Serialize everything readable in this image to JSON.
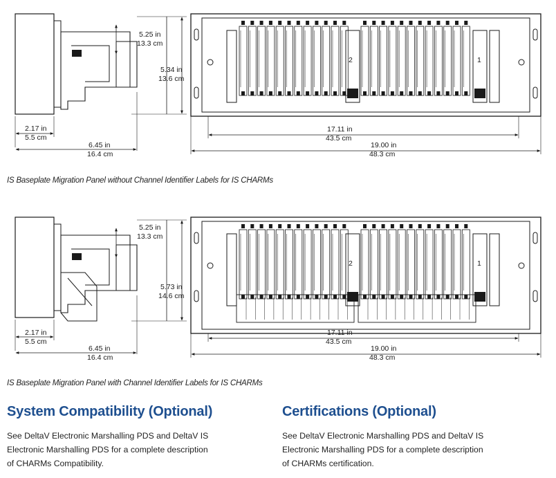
{
  "figure1": {
    "caption": "IS Baseplate Migration Panel without Channel Identifier Labels for IS CHARMs",
    "dims": {
      "top_depth_in": "5.25 in",
      "top_depth_cm": "13.3 cm",
      "height_in": "5.34 in",
      "height_cm": "13.6 cm",
      "mount_in": "2.17 in",
      "mount_cm": "5.5 cm",
      "depth_in": "6.45 in",
      "depth_cm": "16.4 cm",
      "inner_width_in": "17.11 in",
      "inner_width_cm": "43.5 cm",
      "outer_width_in": "19.00 in",
      "outer_width_cm": "48.3 cm"
    },
    "slot_labels": [
      "2",
      "1"
    ]
  },
  "figure2": {
    "caption": "IS Baseplate Migration Panel with Channel Identifier Labels for IS CHARMs",
    "dims": {
      "top_depth_in": "5.25 in",
      "top_depth_cm": "13.3 cm",
      "height_in": "5.73 in",
      "height_cm": "14.6 cm",
      "mount_in": "2.17 in",
      "mount_cm": "5.5 cm",
      "depth_in": "6.45 in",
      "depth_cm": "16.4 cm",
      "inner_width_in": "17.11 in",
      "inner_width_cm": "43.5 cm",
      "outer_width_in": "19.00 in",
      "outer_width_cm": "48.3 cm"
    },
    "slot_labels": [
      "2",
      "1"
    ]
  },
  "sections": {
    "compatibility": {
      "heading": "System Compatibility (Optional)",
      "line1": "See DeltaV Electronic Marshalling PDS and DeltaV IS",
      "line2": "Electronic Marshalling PDS for a complete description",
      "line3": "of CHARMs Compatibility."
    },
    "certifications": {
      "heading": "Certifications (Optional)",
      "line1": "See DeltaV Electronic Marshalling PDS and DeltaV IS",
      "line2": "Electronic Marshalling PDS for a complete description",
      "line3": "of CHARMs certification."
    }
  },
  "colors": {
    "heading": "#1e4f8f",
    "line_art": "#1a1a1a"
  }
}
